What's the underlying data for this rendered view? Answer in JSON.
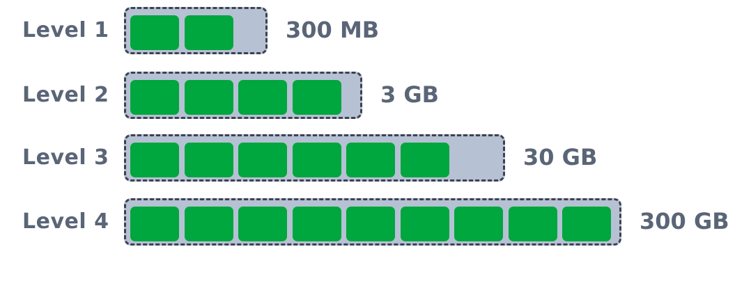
{
  "colors": {
    "block": "#00a63e",
    "container_fill": "#b6c1d4",
    "container_border": "#3d4250",
    "text": "#5a6577"
  },
  "levels": [
    {
      "label": "Level 1",
      "size": "300 MB",
      "blocks": 2,
      "capacity_blocks": 2.6
    },
    {
      "label": "Level 2",
      "size": "3 GB",
      "blocks": 4,
      "capacity_blocks": 4.35
    },
    {
      "label": "Level 3",
      "size": "30 GB",
      "blocks": 6,
      "capacity_blocks": 7.0
    },
    {
      "label": "Level 4",
      "size": "300 GB",
      "blocks": 9,
      "capacity_blocks": 9.15
    }
  ]
}
